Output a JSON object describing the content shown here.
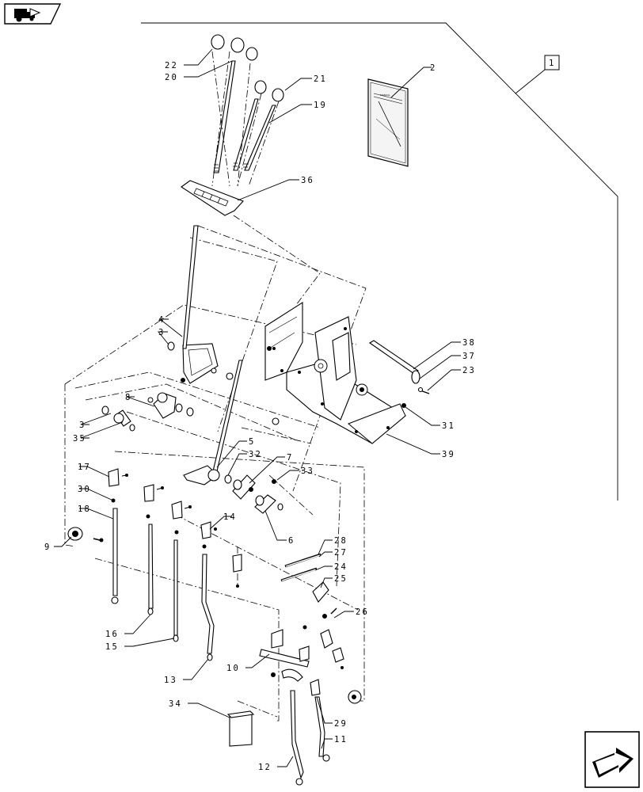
{
  "nav": {
    "back_icon": "tractor-back-icon",
    "next_icon": "next-page-arrow-icon"
  },
  "assembly_label": "1",
  "book_cover_text": "MANUAL",
  "callouts": [
    {
      "id": "c22",
      "label": "22"
    },
    {
      "id": "c20",
      "label": "20"
    },
    {
      "id": "c21",
      "label": "21"
    },
    {
      "id": "c19",
      "label": "19"
    },
    {
      "id": "c2",
      "label": "2"
    },
    {
      "id": "c36",
      "label": "36"
    },
    {
      "id": "c4",
      "label": "4"
    },
    {
      "id": "c3a",
      "label": "3"
    },
    {
      "id": "c38",
      "label": "38"
    },
    {
      "id": "c37",
      "label": "37"
    },
    {
      "id": "c23",
      "label": "23"
    },
    {
      "id": "c8",
      "label": "8"
    },
    {
      "id": "c31",
      "label": "31"
    },
    {
      "id": "c3b",
      "label": "3"
    },
    {
      "id": "c35",
      "label": "35"
    },
    {
      "id": "c39",
      "label": "39"
    },
    {
      "id": "c5",
      "label": "5"
    },
    {
      "id": "c32",
      "label": "32"
    },
    {
      "id": "c7",
      "label": "7"
    },
    {
      "id": "c17",
      "label": "17"
    },
    {
      "id": "c33",
      "label": "33"
    },
    {
      "id": "c30",
      "label": "30"
    },
    {
      "id": "c18",
      "label": "18"
    },
    {
      "id": "c14",
      "label": "14"
    },
    {
      "id": "c6",
      "label": "6"
    },
    {
      "id": "c9",
      "label": "9"
    },
    {
      "id": "c28",
      "label": "28"
    },
    {
      "id": "c27",
      "label": "27"
    },
    {
      "id": "c24",
      "label": "24"
    },
    {
      "id": "c25",
      "label": "25"
    },
    {
      "id": "c26",
      "label": "26"
    },
    {
      "id": "c16",
      "label": "16"
    },
    {
      "id": "c15",
      "label": "15"
    },
    {
      "id": "c10",
      "label": "10"
    },
    {
      "id": "c13",
      "label": "13"
    },
    {
      "id": "c34",
      "label": "34"
    },
    {
      "id": "c29",
      "label": "29"
    },
    {
      "id": "c11",
      "label": "11"
    },
    {
      "id": "c12",
      "label": "12"
    }
  ]
}
